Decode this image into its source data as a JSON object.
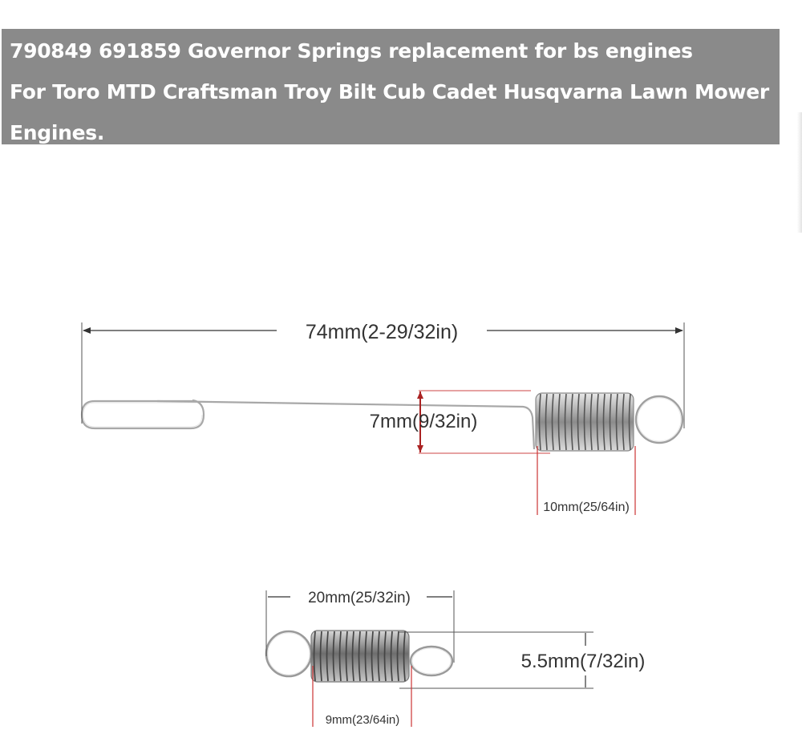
{
  "header": {
    "line1": "790849 691859 Governor Springs replacement for bs engines",
    "line2": "For Toro MTD Craftsman Troy Bilt Cub Cadet Husqvarna  Lawn Mower",
    "line3": "Engines."
  },
  "spring_long": {
    "overall_length": "74mm(2-29/32in)",
    "hook_height": "7mm(9/32in)",
    "coil_diameter": "10mm(25/64in)"
  },
  "spring_short": {
    "length": "20mm(25/32in)",
    "coil_height": "5.5mm(7/32in)",
    "coil_diameter": "9mm(23/64in)"
  },
  "colors": {
    "banner": "#8a8a8a",
    "banner_text": "#ffffff",
    "dimension_line": "#333333",
    "marker": "#cc2222",
    "spring_metal": "#9a9a9a"
  }
}
